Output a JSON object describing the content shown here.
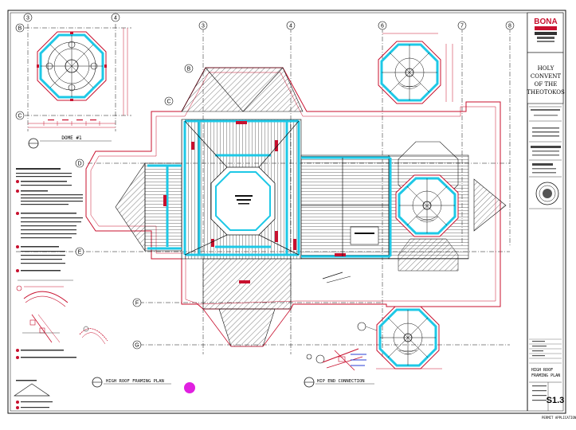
{
  "title_block": {
    "firm_name": "BONA",
    "project_title_lines": [
      "HOLY",
      "CONVENT",
      "OF THE",
      "THEOTOKOS"
    ],
    "sheet_title_lines": [
      "HIGH ROOF",
      "FRAMING PLAN"
    ],
    "sheet_number": "S1.3"
  },
  "drawing_titles": {
    "dome_detail": "DOME #1",
    "main_plan": "HIGH ROOF FRAMING PLAN",
    "connection_detail": "HIP END CONNECTION"
  },
  "grid_labels": {
    "columns": [
      "3",
      "4",
      "3",
      "4",
      "6",
      "7",
      "8"
    ],
    "rows": [
      "B",
      "C",
      "D",
      "E",
      "F",
      "G"
    ],
    "dome_rows": [
      "B",
      "C"
    ]
  },
  "colors": {
    "red_line": "#c8102e",
    "cyan_beam": "#1ec8e6",
    "black_line": "#111111",
    "blue_line": "#2a3fd6",
    "magenta_mark": "#e020e0"
  }
}
